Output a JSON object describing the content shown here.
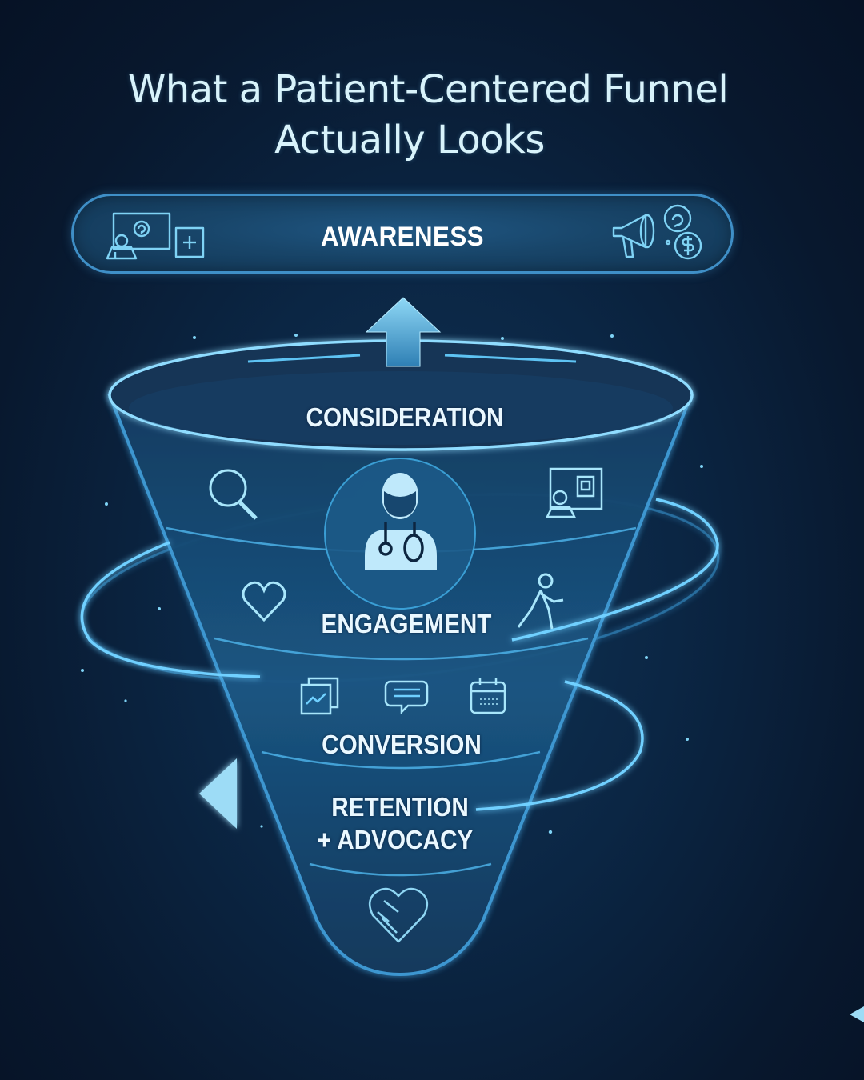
{
  "title": {
    "line1": "What a Patient-Centered Funnel",
    "line2": "Actually Looks"
  },
  "awareness": {
    "label": "AWARENESS",
    "left_icons": [
      "presentation-screen-icon",
      "medical-plus-icon"
    ],
    "right_icons": [
      "megaphone-icon",
      "chat-bubble-icon",
      "dollar-coin-icon"
    ]
  },
  "funnel": {
    "stages": [
      {
        "label": "CONSIDERATION",
        "icons": [
          "magnifier-icon",
          "doctor-icon",
          "presenter-board-icon"
        ]
      },
      {
        "label": "ENGAGEMENT",
        "icons": [
          "heart-icon",
          "walking-person-icon"
        ]
      },
      {
        "label": "CONVERSION",
        "icons": [
          "chart-document-icon",
          "message-bubble-icon",
          "calendar-icon"
        ]
      },
      {
        "label_line1": "RETENTION",
        "label_line2": "+ ADVOCACY",
        "icons": [
          "handshake-heart-icon"
        ]
      }
    ]
  },
  "decorations": {
    "arrow_up": "up-arrow-icon",
    "arrow_left": "left-triangle-icon",
    "colors": {
      "background": "#08182e",
      "accent": "#3f9bd6",
      "glow": "#6fd0ff",
      "text": "#eaf8ff"
    }
  }
}
